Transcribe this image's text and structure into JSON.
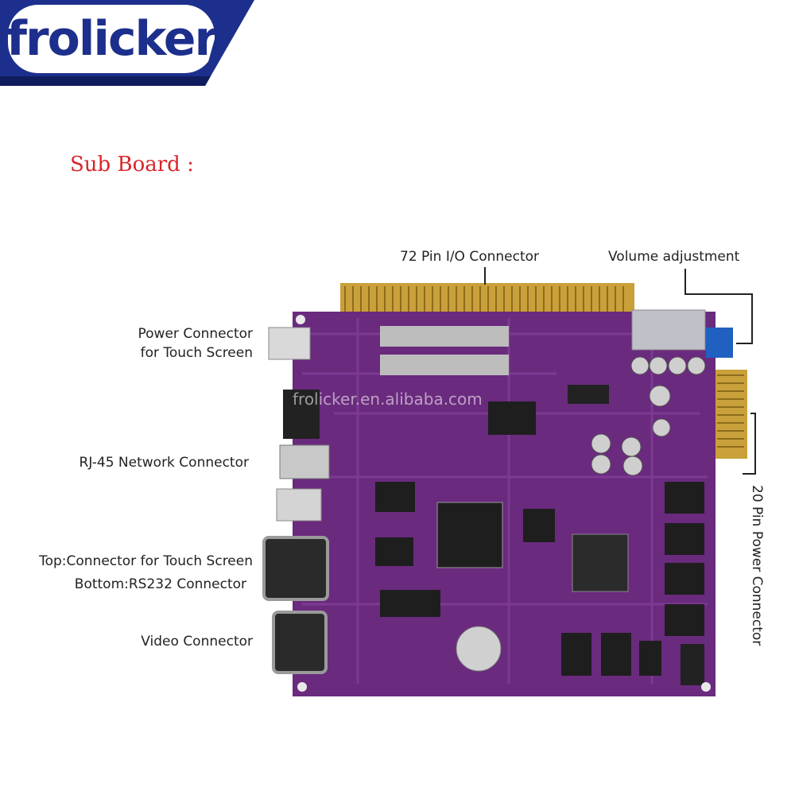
{
  "logo": {
    "text": "frolicker"
  },
  "section_title": "Sub Board :",
  "labels": {
    "io_connector": "72 Pin I/O Connector",
    "volume": "Volume adjustment",
    "power_touch_line1": "Power Connector",
    "power_touch_line2": "for Touch Screen",
    "rj45": "RJ-45 Network Connector",
    "touch_rs232_line1": "Top:Connector for Touch Screen",
    "touch_rs232_line2": "Bottom:RS232 Connector",
    "video": "Video Connector",
    "power20": "20 Pin Power Connector"
  },
  "watermark": "frolicker.en.alibaba.com",
  "colors": {
    "brand_blue": "#1d2f8c",
    "heading_red": "#d8262b",
    "pcb_purple": "#6a2a7e",
    "gold": "#c9a03a"
  }
}
